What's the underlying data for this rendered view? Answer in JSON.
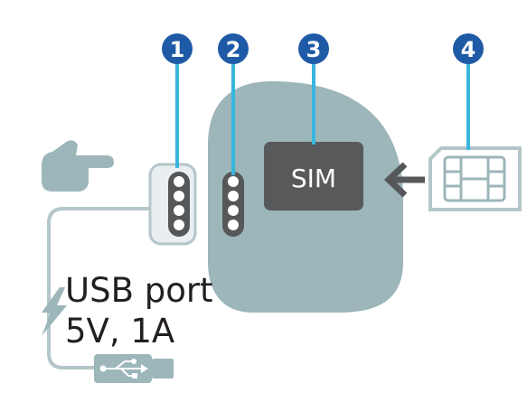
{
  "callouts": [
    {
      "number": "1"
    },
    {
      "number": "2"
    },
    {
      "number": "3"
    },
    {
      "number": "4"
    }
  ],
  "sim_slot": {
    "label": "SIM"
  },
  "usb": {
    "line1": "USB port",
    "line2": "5V, 1A"
  },
  "icons": [
    "hand-pointer-icon",
    "usb-plug-icon",
    "lightning-icon",
    "arrow-left-icon",
    "sim-card-icon"
  ],
  "colors": {
    "device_body": "#9cb6ba",
    "accent_blue": "#38b6de",
    "callout_fill": "#1f5aa6",
    "dark_gray": "#555759",
    "light_gray": "#b4c6c9",
    "text": "#231f20"
  }
}
